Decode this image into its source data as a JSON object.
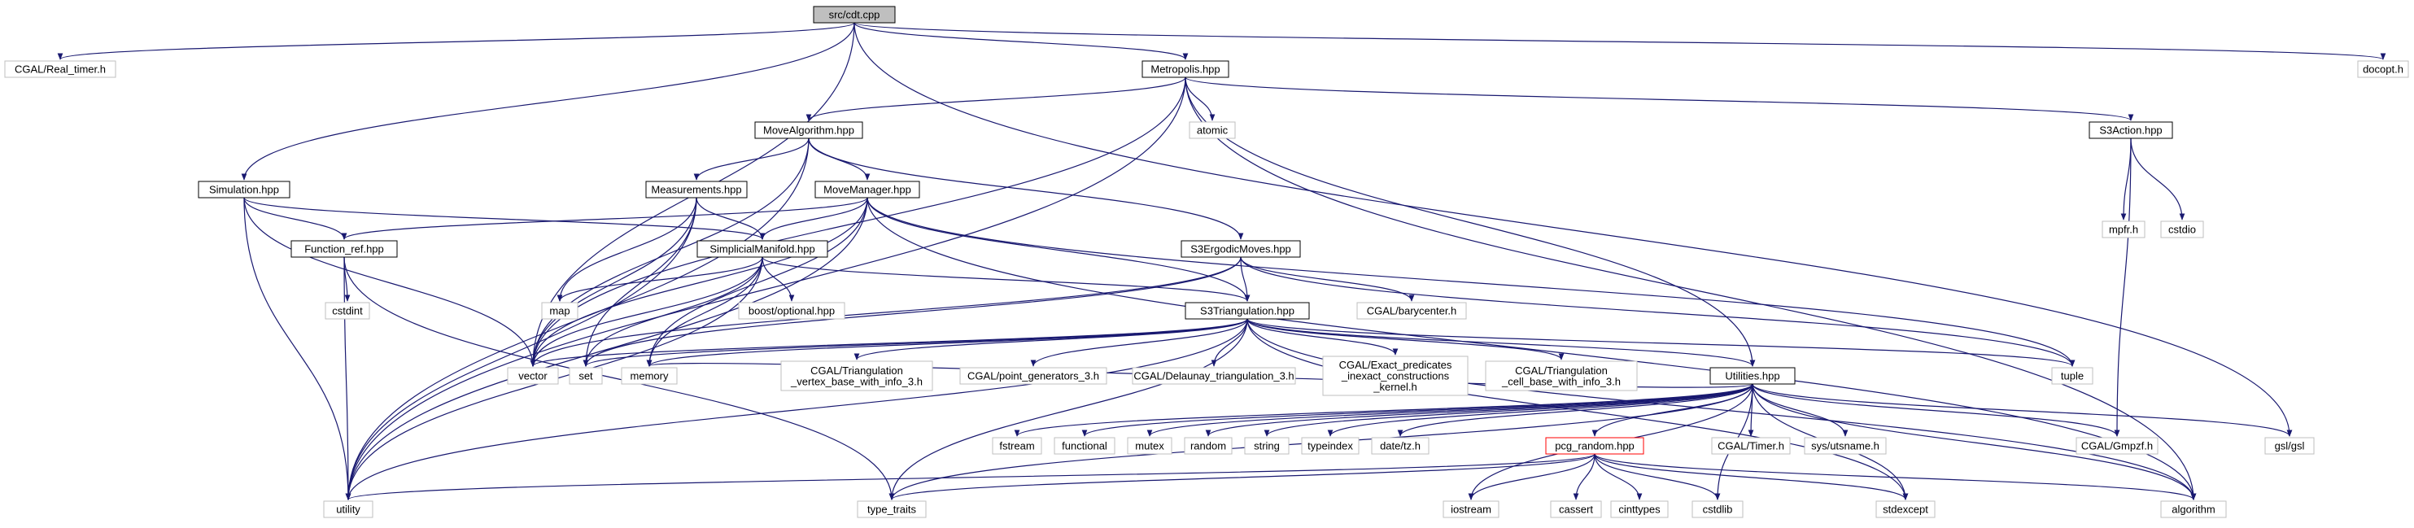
{
  "nodes": {
    "n_root": [
      "src/cdt.cpp"
    ],
    "n_realtimer": [
      "CGAL/Real_timer.h"
    ],
    "n_metropolis": [
      "Metropolis.hpp"
    ],
    "n_docopt": [
      "docopt.h"
    ],
    "n_atomic": [
      "atomic"
    ],
    "n_movealgorithm": [
      "MoveAlgorithm.hpp"
    ],
    "n_s3action": [
      "S3Action.hpp"
    ],
    "n_simulation": [
      "Simulation.hpp"
    ],
    "n_measurements": [
      "Measurements.hpp"
    ],
    "n_movemanager": [
      "MoveManager.hpp"
    ],
    "n_mpfr": [
      "mpfr.h"
    ],
    "n_cstdio": [
      "cstdio"
    ],
    "n_functionref": [
      "Function_ref.hpp"
    ],
    "n_simplicial": [
      "SimplicialManifold.hpp"
    ],
    "n_s3ergodic": [
      "S3ErgodicMoves.hpp"
    ],
    "n_cstdint": [
      "cstdint"
    ],
    "n_map": [
      "map"
    ],
    "n_boostopt": [
      "boost/optional.hpp"
    ],
    "n_barycenter": [
      "CGAL/barycenter.h"
    ],
    "n_s3tri": [
      "S3Triangulation.hpp"
    ],
    "n_vector": [
      "vector"
    ],
    "n_set": [
      "set"
    ],
    "n_memory": [
      "memory"
    ],
    "n_cgal_tvb": [
      "CGAL/Triangulation",
      "_vertex_base_with_info_3.h"
    ],
    "n_pointgen": [
      "CGAL/point_generators_3.h"
    ],
    "n_delaunay": [
      "CGAL/Delaunay_triangulation_3.h"
    ],
    "n_epick": [
      "CGAL/Exact_predicates",
      "_inexact_constructions",
      "_kernel.h"
    ],
    "n_cgal_tcb": [
      "CGAL/Triangulation",
      "_cell_base_with_info_3.h"
    ],
    "n_utilities": [
      "Utilities.hpp"
    ],
    "n_tuple": [
      "tuple"
    ],
    "n_fstream": [
      "fstream"
    ],
    "n_functional": [
      "functional"
    ],
    "n_mutex": [
      "mutex"
    ],
    "n_random": [
      "random"
    ],
    "n_string": [
      "string"
    ],
    "n_typeindex": [
      "typeindex"
    ],
    "n_datetz": [
      "date/tz.h"
    ],
    "n_pcgrandom": [
      "pcg_random.hpp"
    ],
    "n_cgaltimer": [
      "CGAL/Timer.h"
    ],
    "n_sysutsname": [
      "sys/utsname.h"
    ],
    "n_cgalgmpzf": [
      "CGAL/Gmpzf.h"
    ],
    "n_gslgsl": [
      "gsl/gsl"
    ],
    "n_utility": [
      "utility"
    ],
    "n_typetraits": [
      "type_traits"
    ],
    "n_iostream": [
      "iostream"
    ],
    "n_cassert": [
      "cassert"
    ],
    "n_cinttypes": [
      "cinttypes"
    ],
    "n_cstdlib": [
      "cstdlib"
    ],
    "n_stdexcept": [
      "stdexcept"
    ],
    "n_algorithm": [
      "algorithm"
    ]
  },
  "colors": {
    "edge": "#191970",
    "internal_border": "#000000",
    "external_border": "#bfbfbf",
    "root_fill": "#bfbfbf",
    "highlight_border": "#ff0000"
  }
}
